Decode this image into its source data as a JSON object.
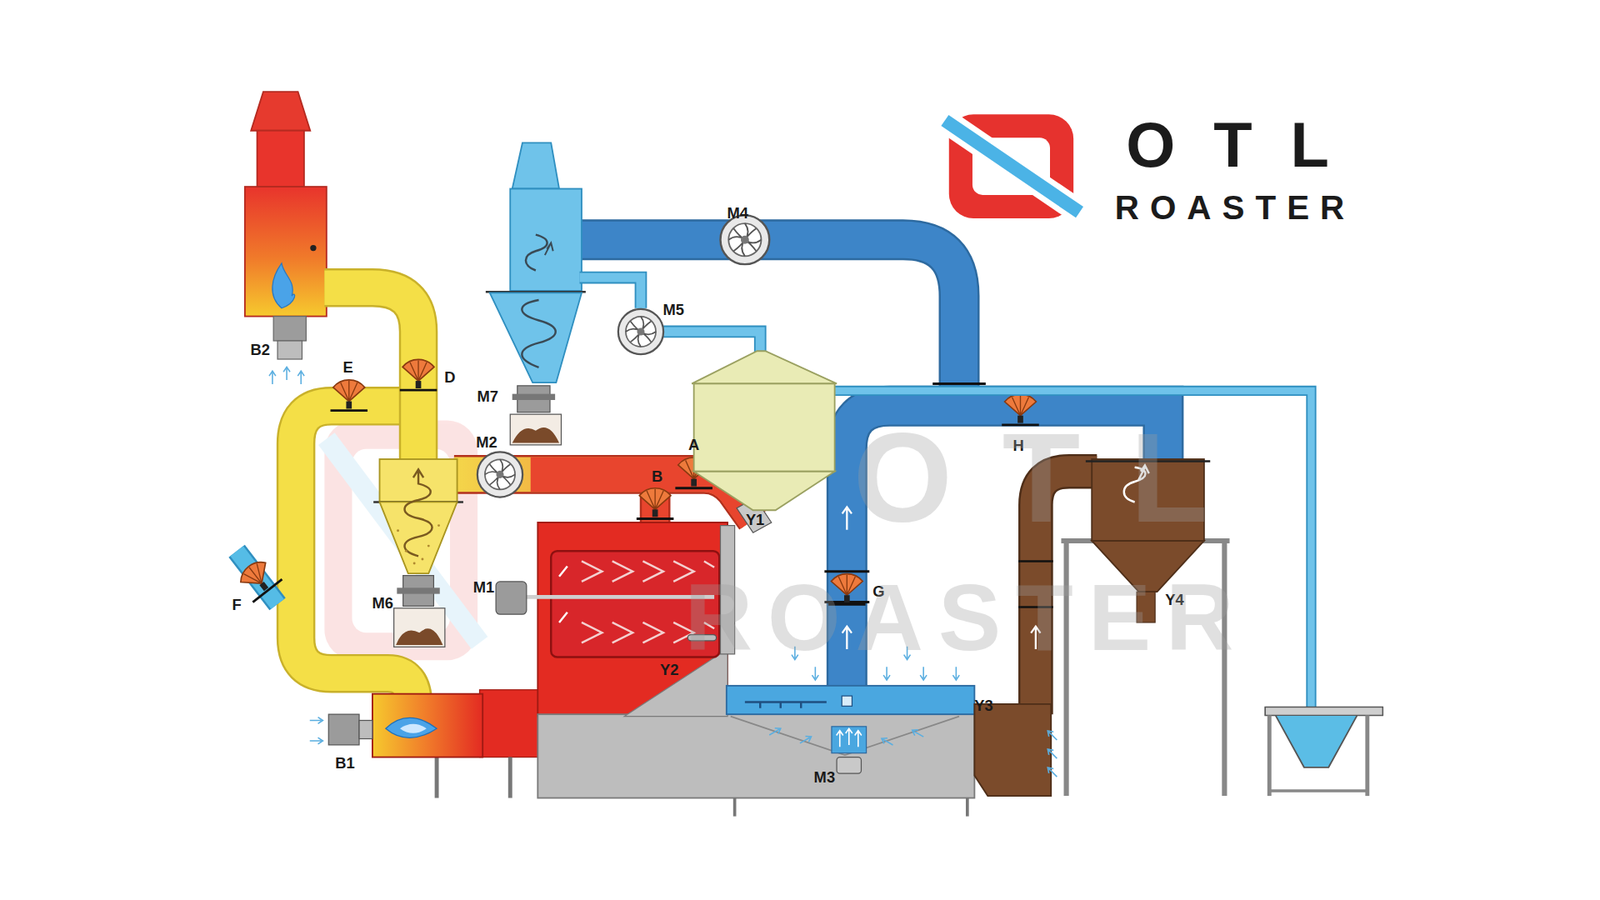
{
  "diagram": {
    "labels": [
      "OTL",
      "ROASTER",
      "M4",
      "B2",
      "E",
      "D",
      "M7",
      "M5",
      "M2",
      "A",
      "B",
      "Y1",
      "H",
      "M1",
      "M6",
      "F",
      "G",
      "Y4",
      "Y2",
      "Y3",
      "B1",
      "M3",
      "OTL",
      "ROASTER"
    ]
  }
}
